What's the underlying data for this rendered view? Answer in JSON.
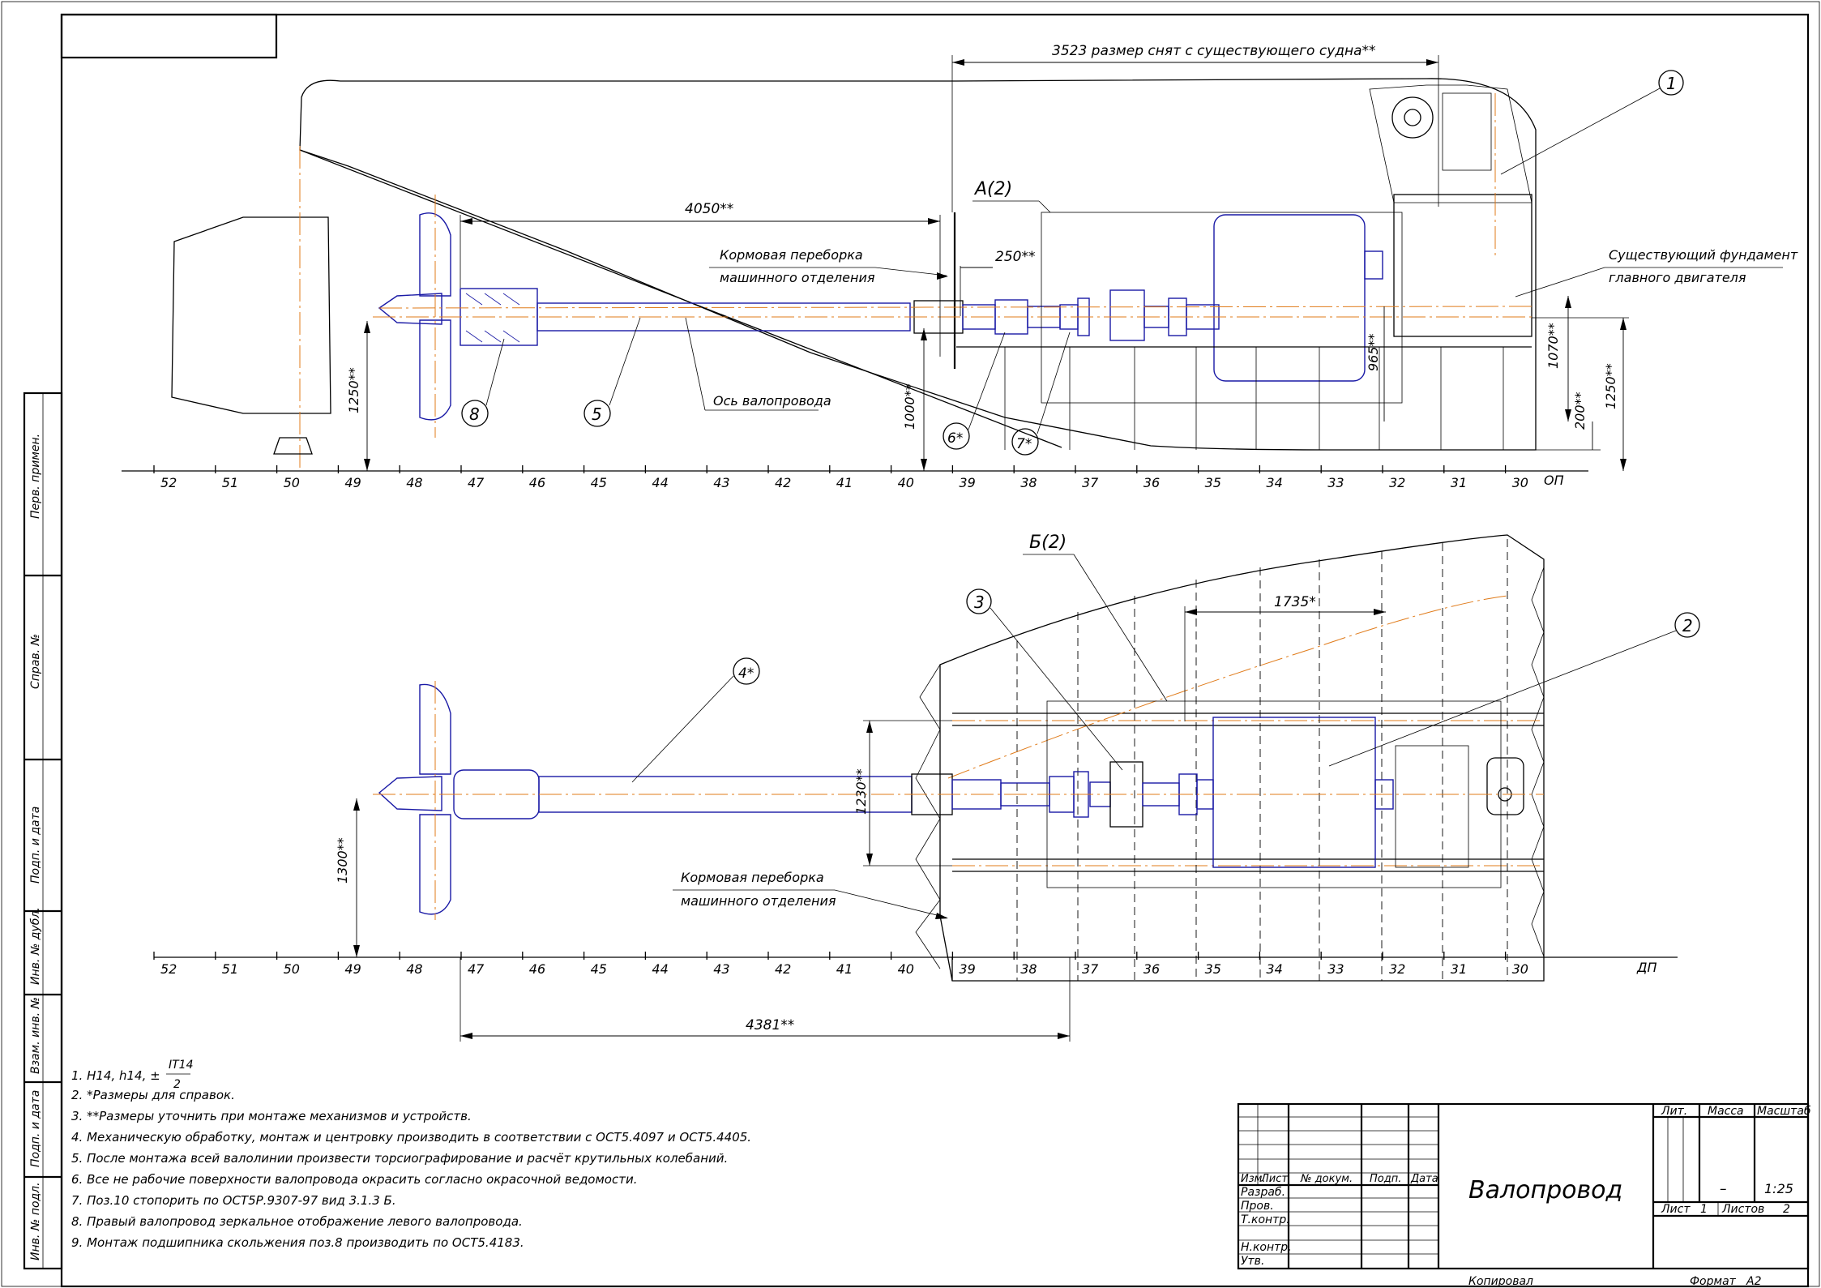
{
  "drawing_title": "Валопровод",
  "scale": "1:25",
  "mass": "–",
  "sheet": "1",
  "sheets": "2",
  "format": "А2",
  "copied_by": "Копировал",
  "stamp": {
    "lit": "Лит.",
    "massa": "Масса",
    "masshtab": "Масштаб",
    "list": "Лист",
    "listov": "Листов",
    "formad": "Формат",
    "col_izm": "Изм.",
    "col_list": "Лист",
    "col_doc": "№ докум.",
    "col_sign": "Подп.",
    "col_date": "Дата",
    "razrab": "Разраб.",
    "prov": "Пров.",
    "tkontr": "Т.контр.",
    "nkontr": "Н.контр.",
    "utv": "Утв."
  },
  "side_stamp": [
    "Перв. примен.",
    "Справ. №",
    "Подп. и дата",
    "Инв. № дубл.",
    "Взам. инв. №",
    "Подп. и дата",
    "Инв. № подл."
  ],
  "frames_top": [
    "52",
    "51",
    "50",
    "49",
    "48",
    "47",
    "46",
    "45",
    "44",
    "43",
    "42",
    "41",
    "40",
    "39",
    "38",
    "37",
    "36",
    "35",
    "34",
    "33",
    "32",
    "31",
    "30"
  ],
  "frames_bottom": [
    "52",
    "51",
    "50",
    "49",
    "48",
    "47",
    "46",
    "45",
    "44",
    "43",
    "42",
    "41",
    "40",
    "39",
    "38",
    "37",
    "36",
    "35",
    "34",
    "33",
    "32",
    "31",
    "30"
  ],
  "baseline_top": "ОП",
  "baseline_bottom": "ДП",
  "top_view": {
    "dim_3523": "3523 размер снят с существующего судна**",
    "dim_4050": "4050**",
    "dim_250": "250**",
    "dim_1250_left": "1250**",
    "dim_1000": "1000**",
    "dim_965": "965**",
    "dim_1070": "1070**",
    "dim_200": "200**",
    "dim_1250_right": "1250**",
    "view_a": "А(2)",
    "bulkhead_1": "Кормовая переборка",
    "bulkhead_2": "машинного отделения",
    "foundation_1": "Существующий фундамент",
    "foundation_2": "главного двигателя",
    "shaft_axis": "Ось валопровода",
    "callout_1": "1",
    "callout_5": "5",
    "callout_8": "8",
    "callout_6": "6*",
    "callout_7": "7*"
  },
  "plan_view": {
    "view_b": "Б(2)",
    "dim_1735": "1735*",
    "dim_1230": "1230**",
    "dim_1300": "1300**",
    "dim_4381": "4381**",
    "bulkhead_1": "Кормовая переборка",
    "bulkhead_2": "машинного отделения",
    "callout_2": "2",
    "callout_3": "3",
    "callout_4": "4*"
  },
  "notes": [
    "1. H14, h14, ±",
    "2. *Размеры для справок.",
    "3. **Размеры уточнить при монтаже механизмов и устройств.",
    "4. Механическую обработку, монтаж и центровку производить в соответствии с ОСТ5.4097 и ОСТ5.4405.",
    "5. После монтажа всей валолинии произвести торсиографирование и расчёт крутильных колебаний.",
    "6. Все не рабочие поверхности валопровода окрасить согласно окрасочной ведомости.",
    "7. Поз.10 стопорить по ОСТ5Р.9307-97 вид 3.1.3 Б.",
    "8. Правый валопровод зеркальное отображение левого валопровода.",
    "9. Монтаж подшипника скольжения поз.8 производить по ОСТ5.4183."
  ],
  "note1_fraction": {
    "num": "IT14",
    "den": "2"
  }
}
